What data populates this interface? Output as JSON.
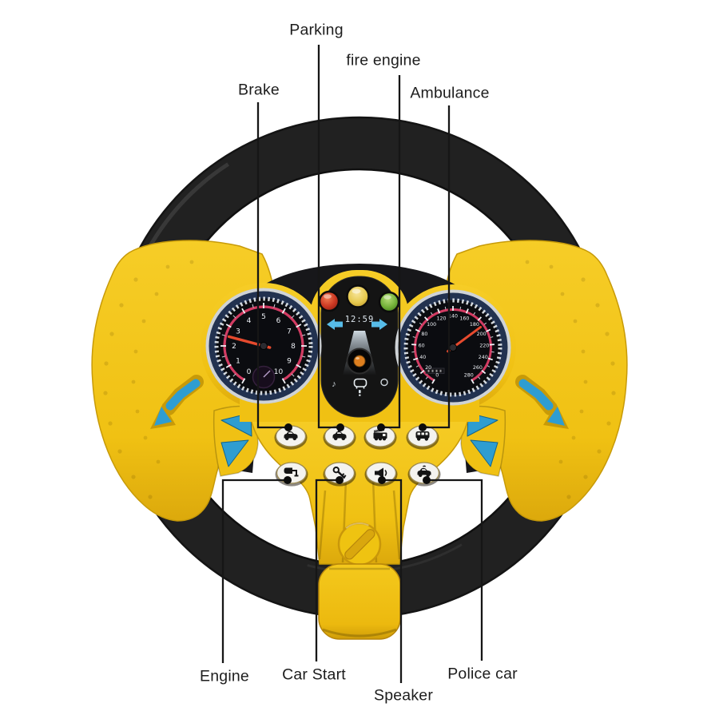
{
  "product": {
    "name": "toy-steering-wheel"
  },
  "callouts": {
    "parking": "Parking",
    "fire_engine": "fire engine",
    "brake": "Brake",
    "ambulance": "Ambulance",
    "engine": "Engine",
    "car_start": "Car Start",
    "speaker": "Speaker",
    "police_car": "Police car"
  },
  "console": {
    "clock": "12:59",
    "traffic_lights": [
      "red",
      "yellow",
      "green"
    ],
    "icons": [
      "music-note",
      "car",
      "circle",
      "exclamation"
    ],
    "music_note": "♪"
  },
  "gauges": {
    "tachometer": {
      "labels": [
        "0",
        "1",
        "2",
        "3",
        "4",
        "5",
        "6",
        "7",
        "8",
        "9",
        "10"
      ],
      "needle_value": 2.5,
      "max": 10
    },
    "speedometer": {
      "labels": [
        "0",
        "20",
        "40",
        "60",
        "80",
        "100",
        "120",
        "140",
        "160",
        "180",
        "200",
        "220",
        "240",
        "260",
        "280"
      ],
      "needle_value": 190,
      "max": 280
    }
  },
  "buttons": {
    "row1": [
      {
        "icon": "car"
      },
      {
        "icon": "car-roof-light"
      },
      {
        "icon": "fire-truck"
      },
      {
        "icon": "van"
      }
    ],
    "row2": [
      {
        "icon": "mirror"
      },
      {
        "icon": "key"
      },
      {
        "icon": "horn"
      },
      {
        "icon": "police-car"
      }
    ]
  },
  "colors": {
    "body_yellow": "#f3c515",
    "ring_black": "#212121",
    "decal_blue": "#2e9dd1",
    "needle_red": "#e64a2e",
    "arc_pink": "#d23b62",
    "light_red": "#cd3a24",
    "light_yellow": "#e6c94d",
    "light_green": "#6fae35",
    "center_button_orange": "#dd7f1f"
  }
}
